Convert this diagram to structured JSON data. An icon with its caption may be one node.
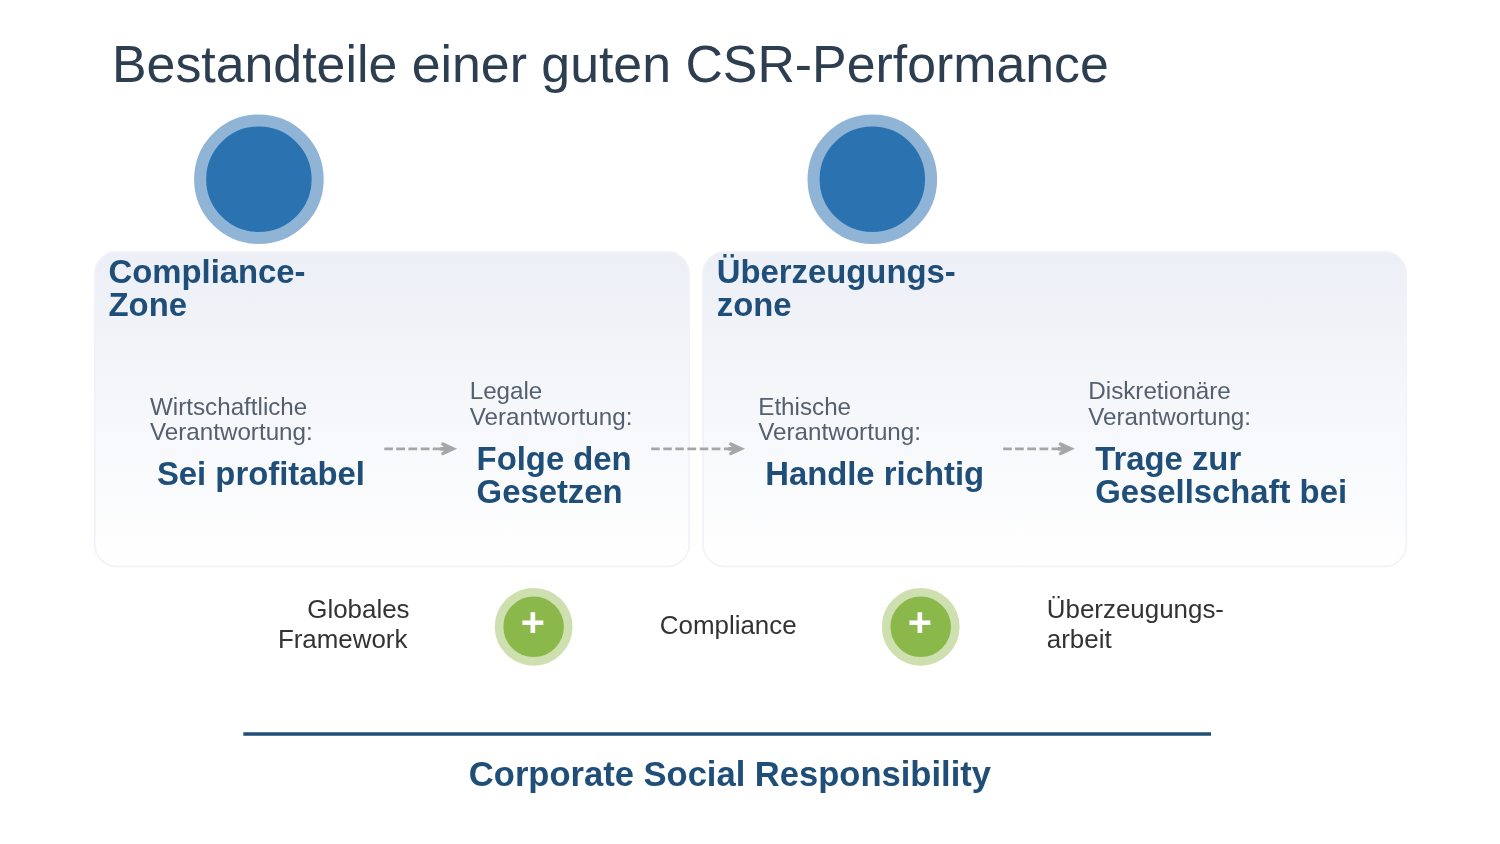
{
  "diagram": {
    "title": "Bestandteile einer guten CSR-Performance",
    "nodes": [
      {
        "text": [
          "Compliance-Zone"
        ]
      },
      {
        "text": [],
        "shape": "circle"
      },
      {
        "text": [
          "Wirtschaftliche Verantwortung:",
          "Sei profitabel"
        ],
        "in": 0
      },
      {
        "text": [
          "Legale Verantwortung:",
          "Folge den Gesetzen"
        ],
        "in": 0
      },
      {
        "text": [
          "Überzeugungs-zone"
        ]
      },
      {
        "text": [],
        "shape": "circle"
      },
      {
        "text": [
          "Ethische Verantwortung:",
          "Handle richtig"
        ],
        "in": 4
      },
      {
        "text": [
          "Diskretionäre Verantwortung:",
          "Trage zur Gesellschaft bei"
        ],
        "in": 4
      },
      {
        "text": [
          "+"
        ]
      },
      {
        "text": [
          "+"
        ]
      }
    ],
    "edges": [
      {
        "from": 2,
        "to": 3,
        "arrow": "to",
        "style": "dashed"
      },
      {
        "from": 3,
        "to": 6,
        "arrow": "to",
        "style": "dashed"
      },
      {
        "from": 6,
        "to": 7,
        "arrow": "to",
        "style": "dashed"
      }
    ],
    "labels": [
      "Globales Framework",
      "Compliance",
      "Überzeugungs-arbeit",
      "Corporate Social Responsibility"
    ]
  }
}
